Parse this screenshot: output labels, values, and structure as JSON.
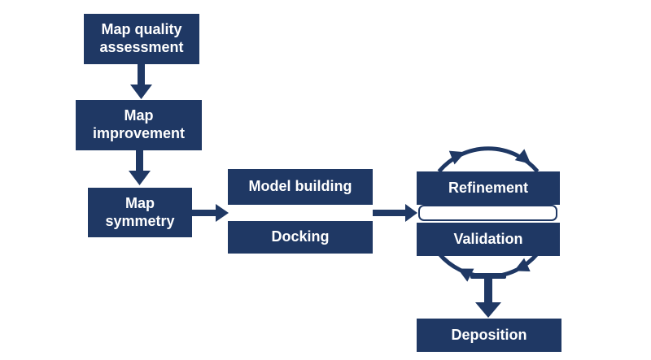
{
  "diagram": {
    "type": "flowchart",
    "colors": {
      "node_fill": "#1f3864",
      "node_text": "#ffffff",
      "arrow": "#1f3864",
      "background": "#ffffff",
      "iteration_strip_fill": "#ffffff",
      "iteration_strip_border": "#1f3864"
    },
    "nodes": {
      "map_quality_assessment": "Map quality assessment",
      "map_improvement": "Map improvement",
      "map_symmetry": "Map symmetry",
      "model_building": "Model building",
      "docking": "Docking",
      "refinement": "Refinement",
      "validation": "Validation",
      "deposition": "Deposition"
    },
    "connections": [
      {
        "from": "map_quality_assessment",
        "to": "map_improvement",
        "style": "arrow-down"
      },
      {
        "from": "map_improvement",
        "to": "map_symmetry",
        "style": "arrow-down"
      },
      {
        "from": "map_symmetry",
        "to": "model_building_docking_gap",
        "style": "arrow-right"
      },
      {
        "from": "model_building_docking_gap",
        "to": "refinement_validation_strip",
        "style": "arrow-right"
      },
      {
        "from": "refinement",
        "to": "validation",
        "style": "clockwise-cycle-arrows"
      },
      {
        "from": "refinement_validation_cycle",
        "to": "deposition",
        "style": "arrow-down-t-tail"
      }
    ]
  }
}
